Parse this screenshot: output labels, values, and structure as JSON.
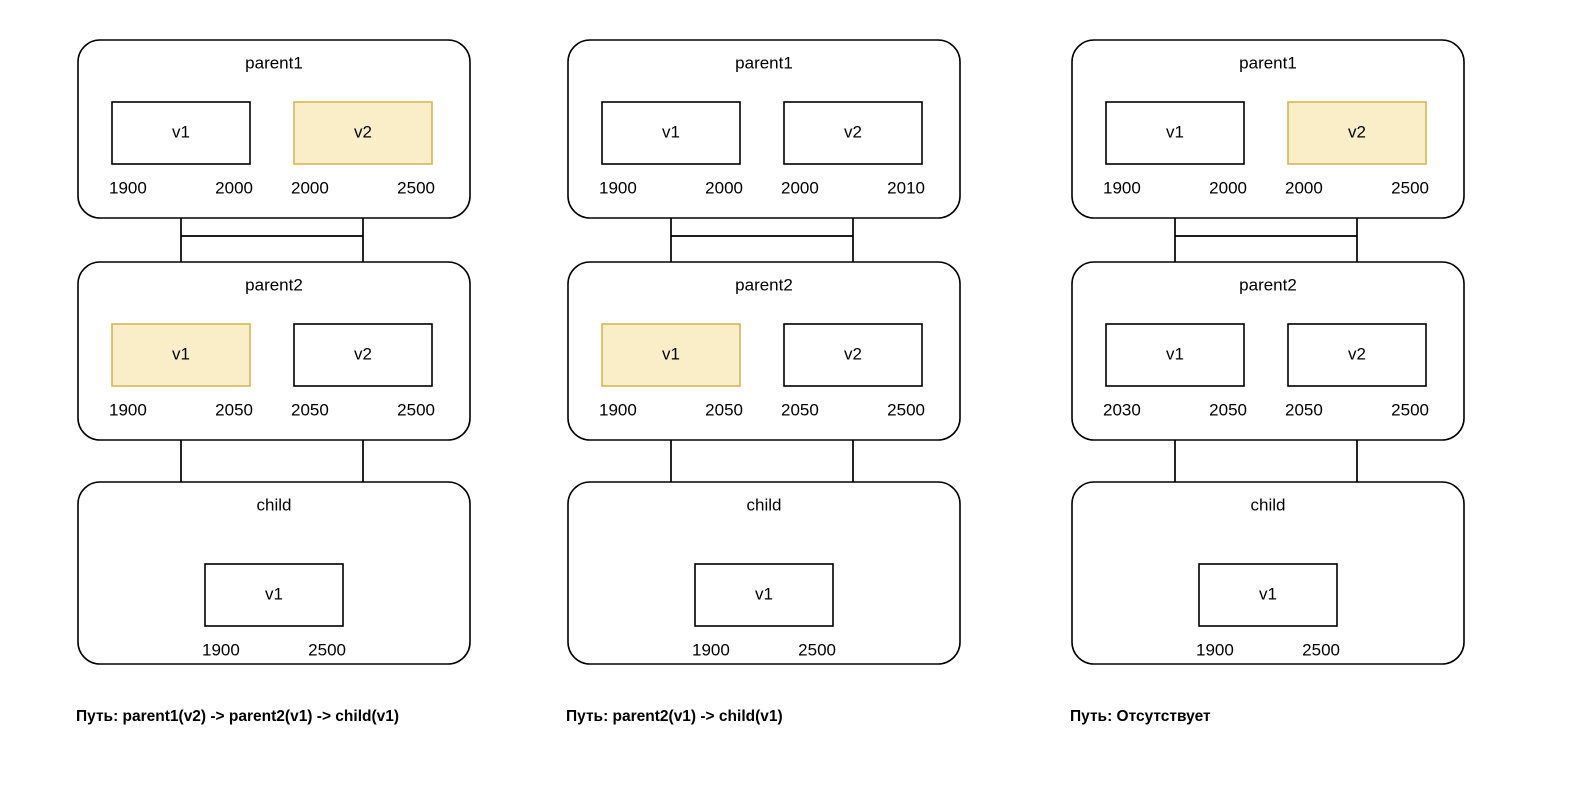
{
  "diagram": {
    "title": "",
    "colors": {
      "highlight_fill": "#faeec8",
      "highlight_stroke": "#d6b656",
      "box_fill": "#ffffff",
      "stroke": "#000000",
      "background": "#ffffff"
    },
    "columns": [
      {
        "id": "case-1",
        "caption": "Путь: parent1(v2) -> parent2(v1) -> child(v1)",
        "levels": [
          {
            "name": "parent1",
            "boxes": [
              {
                "label": "v1",
                "lo": "1900",
                "hi": "2000",
                "highlighted": false
              },
              {
                "label": "v2",
                "lo": "2000",
                "hi": "2500",
                "highlighted": true
              }
            ]
          },
          {
            "name": "parent2",
            "boxes": [
              {
                "label": "v1",
                "lo": "1900",
                "hi": "2050",
                "highlighted": true
              },
              {
                "label": "v2",
                "lo": "2050",
                "hi": "2500",
                "highlighted": false
              }
            ]
          },
          {
            "name": "child",
            "boxes": [
              {
                "label": "v1",
                "lo": "1900",
                "hi": "2500",
                "highlighted": false
              }
            ]
          }
        ]
      },
      {
        "id": "case-2",
        "caption": "Путь: parent2(v1) -> child(v1)",
        "levels": [
          {
            "name": "parent1",
            "boxes": [
              {
                "label": "v1",
                "lo": "1900",
                "hi": "2000",
                "highlighted": false
              },
              {
                "label": "v2",
                "lo": "2000",
                "hi": "2010",
                "highlighted": false
              }
            ]
          },
          {
            "name": "parent2",
            "boxes": [
              {
                "label": "v1",
                "lo": "1900",
                "hi": "2050",
                "highlighted": true
              },
              {
                "label": "v2",
                "lo": "2050",
                "hi": "2500",
                "highlighted": false
              }
            ]
          },
          {
            "name": "child",
            "boxes": [
              {
                "label": "v1",
                "lo": "1900",
                "hi": "2500",
                "highlighted": false
              }
            ]
          }
        ]
      },
      {
        "id": "case-3",
        "caption": "Путь: Отсутствует",
        "levels": [
          {
            "name": "parent1",
            "boxes": [
              {
                "label": "v1",
                "lo": "1900",
                "hi": "2000",
                "highlighted": false
              },
              {
                "label": "v2",
                "lo": "2000",
                "hi": "2500",
                "highlighted": true
              }
            ]
          },
          {
            "name": "parent2",
            "boxes": [
              {
                "label": "v1",
                "lo": "2030",
                "hi": "2050",
                "highlighted": false
              },
              {
                "label": "v2",
                "lo": "2050",
                "hi": "2500",
                "highlighted": false
              }
            ]
          },
          {
            "name": "child",
            "boxes": [
              {
                "label": "v1",
                "lo": "1900",
                "hi": "2500",
                "highlighted": false
              }
            ]
          }
        ]
      }
    ]
  }
}
